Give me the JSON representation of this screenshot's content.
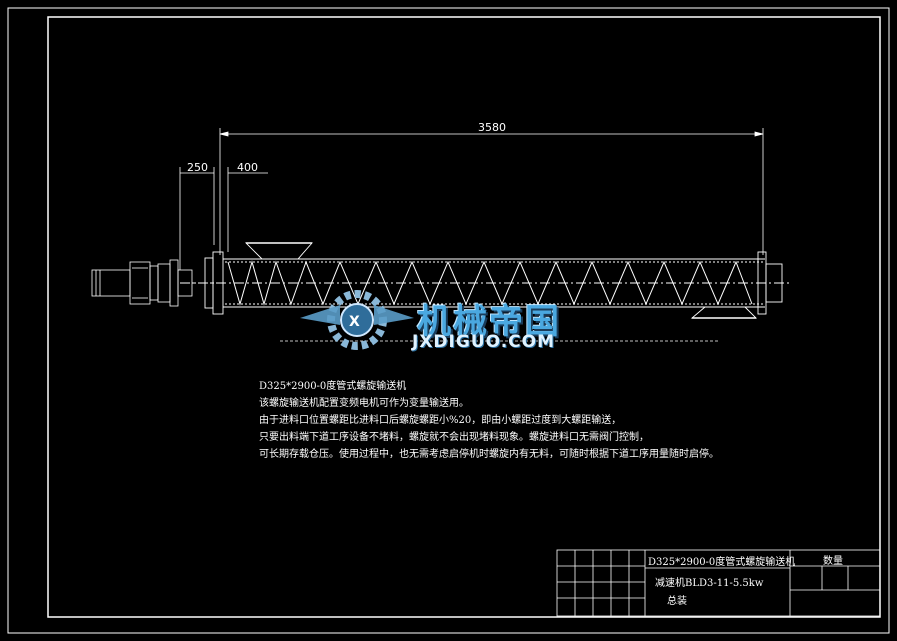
{
  "drawing": {
    "dimensions": {
      "overall_length": "3580",
      "motor_offset": "250",
      "inlet_offset": "400"
    },
    "notes": [
      "D325*2900-0度管式螺旋输送机",
      "该螺旋输送机配置变频电机可作为变量输送用。",
      "由于进料口位置螺距比进料口后螺旋螺距小%20，即由小螺距过度到大螺距输送，",
      "只要出料端下道工序设备不堵料，螺旋就不会出现堵料现象。螺旋进料口无需阀门控制，",
      "可长期存载仓压。使用过程中，也无需考虑启停机时螺旋内有无料，可随时根据下道工序用量随时启停。"
    ]
  },
  "title_block": {
    "title": "D325*2900-0度管式螺旋输送机",
    "reducer": "减速机BLD3-11-5.5kw",
    "assembly": "总装",
    "quantity_header": "数量"
  },
  "watermark": {
    "text_cn": "机械帝国",
    "text_en": "JXDIGUO.COM"
  },
  "colors": {
    "background": "#000000",
    "line": "#ffffff",
    "watermark_blue": "#4aa8e0"
  }
}
